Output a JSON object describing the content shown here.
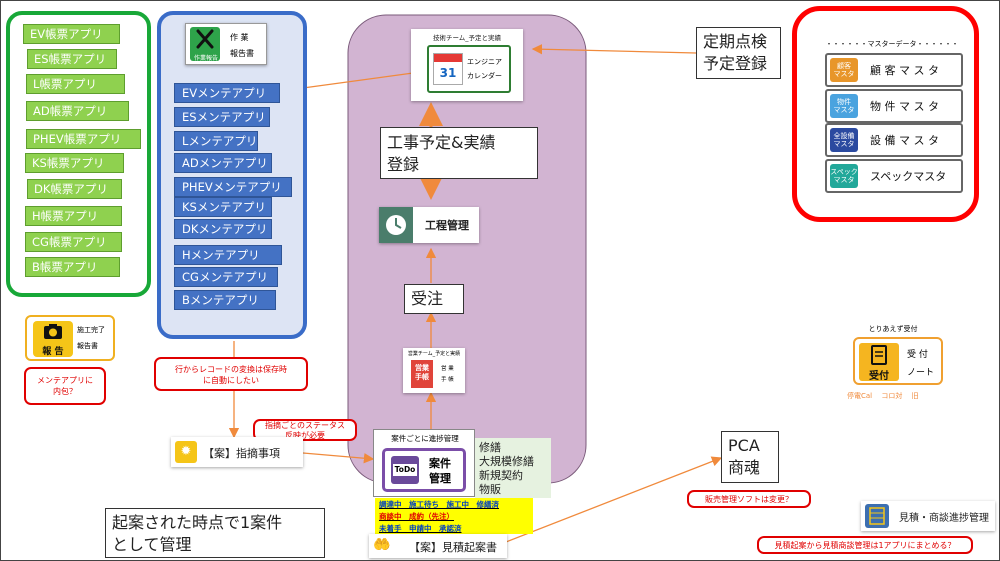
{
  "left_panel": {
    "items": [
      "EV帳票アプリ",
      "ES帳票アプリ",
      "L帳票アプリ",
      "AD帳票アプリ",
      "PHEV帳票アプリ",
      "KS帳票アプリ",
      "DK帳票アプリ",
      "H帳票アプリ",
      "CG帳票アプリ",
      "B帳票アプリ"
    ],
    "border_color": "#18a838"
  },
  "maint_panel": {
    "header_icon_caption": "作業報告",
    "header_title_1": "作 業",
    "header_title_2": "報告書",
    "items": [
      "EVメンテアプリ",
      "ESメンテアプリ",
      "Lメンテアプリ",
      "ADメンテアプリ",
      "PHEVメンテアプリ",
      "KSメンテアプリ",
      "DKメンテアプリ",
      "Hメンテアプリ",
      "CGメンテアプリ",
      "Bメンテアプリ"
    ],
    "border_color": "#3a6cc8"
  },
  "report_card": {
    "icon_label": "報 告",
    "title_1": "施工完了",
    "title_2": "報告書"
  },
  "note_report": "メンテアプリに\n内包？",
  "note_record": "行からレコードの変換は保存時\nに自動にしたい",
  "note_status": "指摘ごとのステータス\n反映が必要",
  "note_sales": "販売管理ソフトは変更？",
  "note_estimate": "見積起案から見積商談管理は1アプリにまとめる？",
  "finding_card": {
    "label": "【案】指摘事項"
  },
  "calendar_card": {
    "caption": "技術チーム_予定と実績",
    "day": "31",
    "title_1": "エンジニア",
    "title_2": "カレンダー"
  },
  "box_schedule": "工事予定&実績\n登録",
  "process_card": {
    "label": "工程管理"
  },
  "box_order": "受注",
  "sales_card": {
    "caption": "営業チーム_予定と実績",
    "icon_text": "営業\n手帳",
    "side_1": "営 業",
    "side_2": "手 帳"
  },
  "project_card": {
    "caption": "案件ごとに進捗管理",
    "todo": "ToDo",
    "title_1": "案件",
    "title_2": "管理"
  },
  "project_types": [
    "修繕",
    "大規模修繕",
    "新規契約",
    "物販"
  ],
  "status_lines": [
    [
      "調達中",
      "施工待ち",
      "施工中",
      "修繕済"
    ],
    [
      "商談中",
      "成約（先注）"
    ],
    [
      "未着手",
      "申請中",
      "承認済"
    ]
  ],
  "estimate_card": {
    "label": "【案】見積起案書"
  },
  "box_periodic": "定期点検\n予定登録",
  "master_panel": {
    "header": "・・・・・・マスターデータ・・・・・・",
    "items": [
      {
        "icon": "顧客\nマスタ",
        "label": "顧 客 マ ス タ",
        "color": "#e8962a"
      },
      {
        "icon": "物件\nマスタ",
        "label": "物 件 マ ス タ",
        "color": "#4aa3df"
      },
      {
        "icon": "全設備\nマスタ",
        "label": "設 備 マ ス タ",
        "color": "#2b4aa0"
      },
      {
        "icon": "スペック\nマスタ",
        "label": "スペックマスタ",
        "color": "#22a89a"
      }
    ],
    "border_color": "#ff0000"
  },
  "reception_card": {
    "caption": "とりあえず受付",
    "icon": "受付",
    "title_1": "受 付",
    "title_2": "ノート",
    "tags": "停電Cal　 コロ対　 旧"
  },
  "box_pca": "PCA\n商魂",
  "box_project_note": "起案された時点で1案件\nとして管理",
  "estimate_mgmt_card": {
    "label": "見積・商談進捗管理"
  },
  "colors": {
    "center_panel": "#d2b4d2",
    "arrow": "#f08a3c",
    "yellow": "#ffff00",
    "status_blue": "#0040c0",
    "status_red": "#e00000"
  }
}
